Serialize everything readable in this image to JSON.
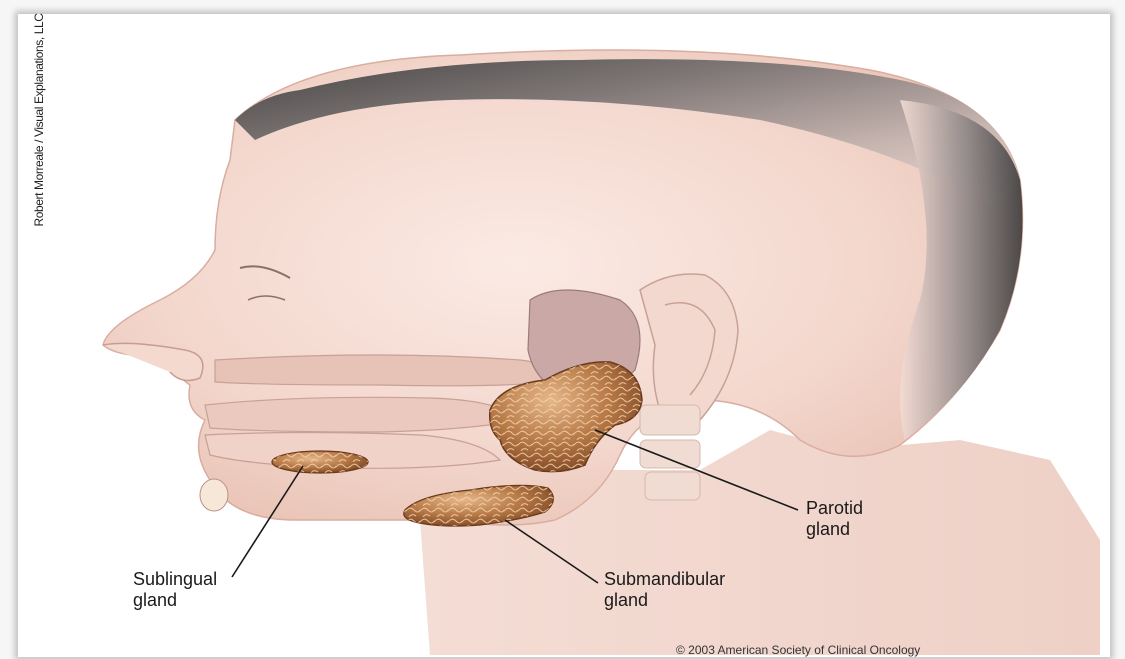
{
  "credit": "Robert Morreale / Visual Explanations, LLC",
  "copyright": "© 2003 American Society of Clinical Oncology",
  "labels": {
    "parotid": [
      "Parotid",
      "gland"
    ],
    "sublingual": [
      "Sublingual",
      "gland"
    ],
    "submandibular": [
      "Submandibular",
      "gland"
    ]
  },
  "colors": {
    "skin": "#f2d5cc",
    "skin_shadow": "#e7bcb0",
    "hair": "#6a6a6a",
    "gland": "#a8683a",
    "gland_light": "#d9a87a",
    "leader": "#1a1a1a"
  },
  "icons": {
    "parotid": "gland-illustration",
    "sublingual": "gland-illustration",
    "submandibular": "gland-illustration"
  }
}
